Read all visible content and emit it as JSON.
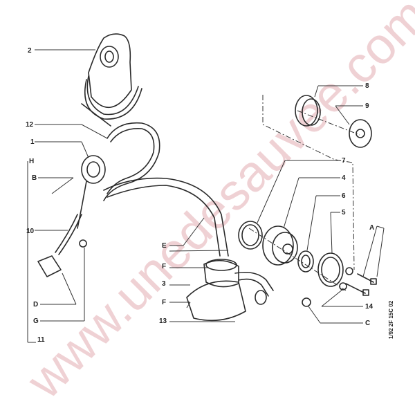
{
  "diagram": {
    "type": "exploded-parts-view",
    "labels": {
      "l1": "1",
      "l2": "2",
      "l3": "3",
      "l4": "4",
      "l5": "5",
      "l6": "6",
      "l7": "7",
      "l8": "8",
      "l9": "9",
      "l10": "10",
      "l11": "11",
      "l12": "12",
      "l13": "13",
      "l14": "14",
      "A": "A",
      "B": "B",
      "C": "C",
      "D": "D",
      "E": "E",
      "F1": "F",
      "F2": "F",
      "G": "G",
      "H": "H"
    },
    "reference_code": "1/92 2F 15C 02"
  },
  "watermark": {
    "text": "www.unedesauvee.com",
    "color": "#e6b4b8"
  }
}
